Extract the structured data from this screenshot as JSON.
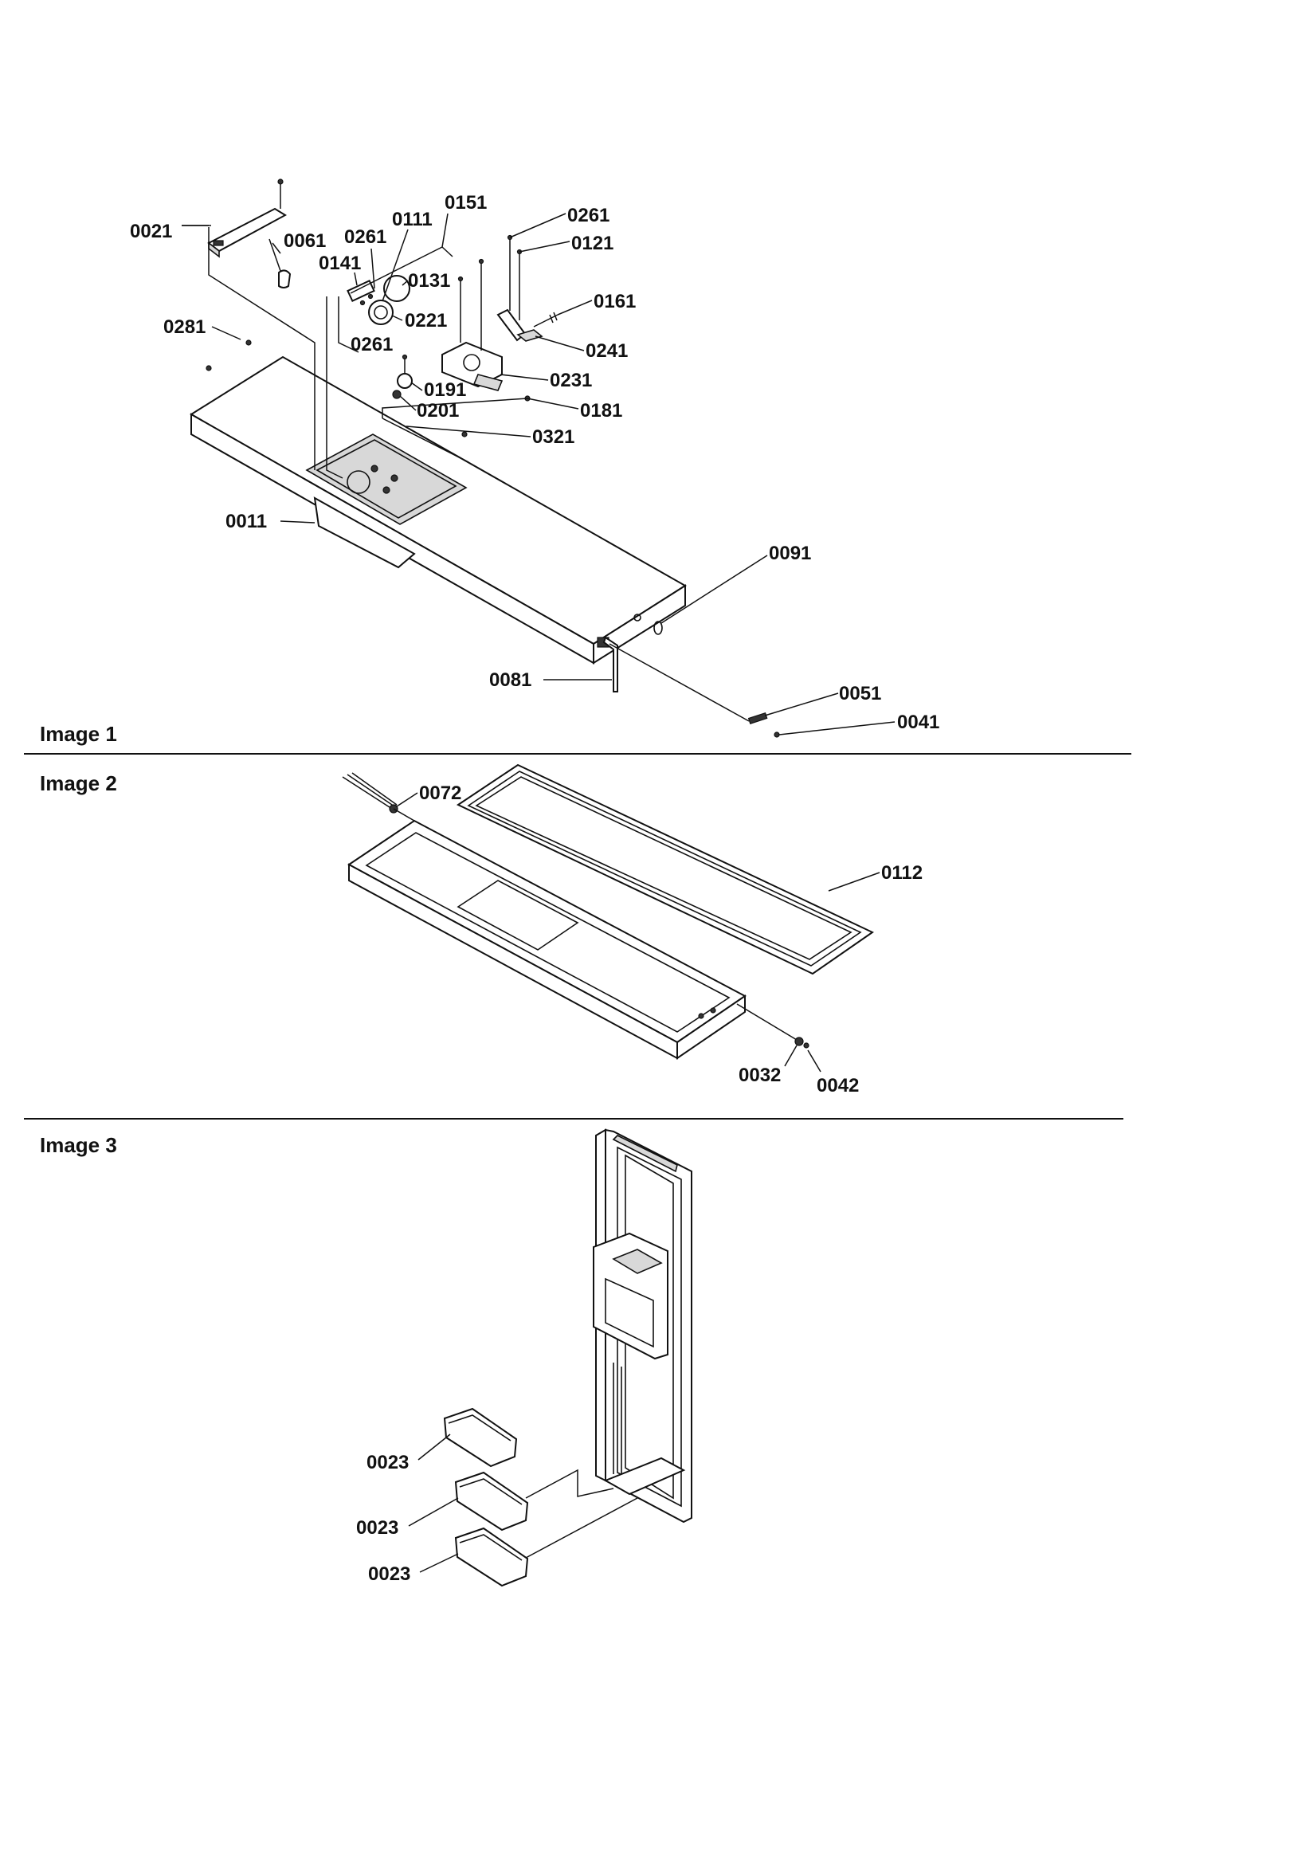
{
  "sections": [
    {
      "title": "Image 1"
    },
    {
      "title": "Image 2"
    },
    {
      "title": "Image 3"
    }
  ],
  "callouts": {
    "c0021": "0021",
    "c0061": "0061",
    "c0261a": "0261",
    "c0111": "0111",
    "c0151": "0151",
    "c0141": "0141",
    "c0131": "0131",
    "c0221": "0221",
    "c0281": "0281",
    "c0261b": "0261",
    "c0191": "0191",
    "c0201": "0201",
    "c0321": "0321",
    "c0181": "0181",
    "c0261c": "0261",
    "c0121": "0121",
    "c0161": "0161",
    "c0241": "0241",
    "c0231": "0231",
    "c0011": "0011",
    "c0091": "0091",
    "c0081": "0081",
    "c0051": "0051",
    "c0041": "0041",
    "c0072": "0072",
    "c0112": "0112",
    "c0032": "0032",
    "c0042": "0042",
    "c0023a": "0023",
    "c0023b": "0023",
    "c0023c": "0023"
  }
}
